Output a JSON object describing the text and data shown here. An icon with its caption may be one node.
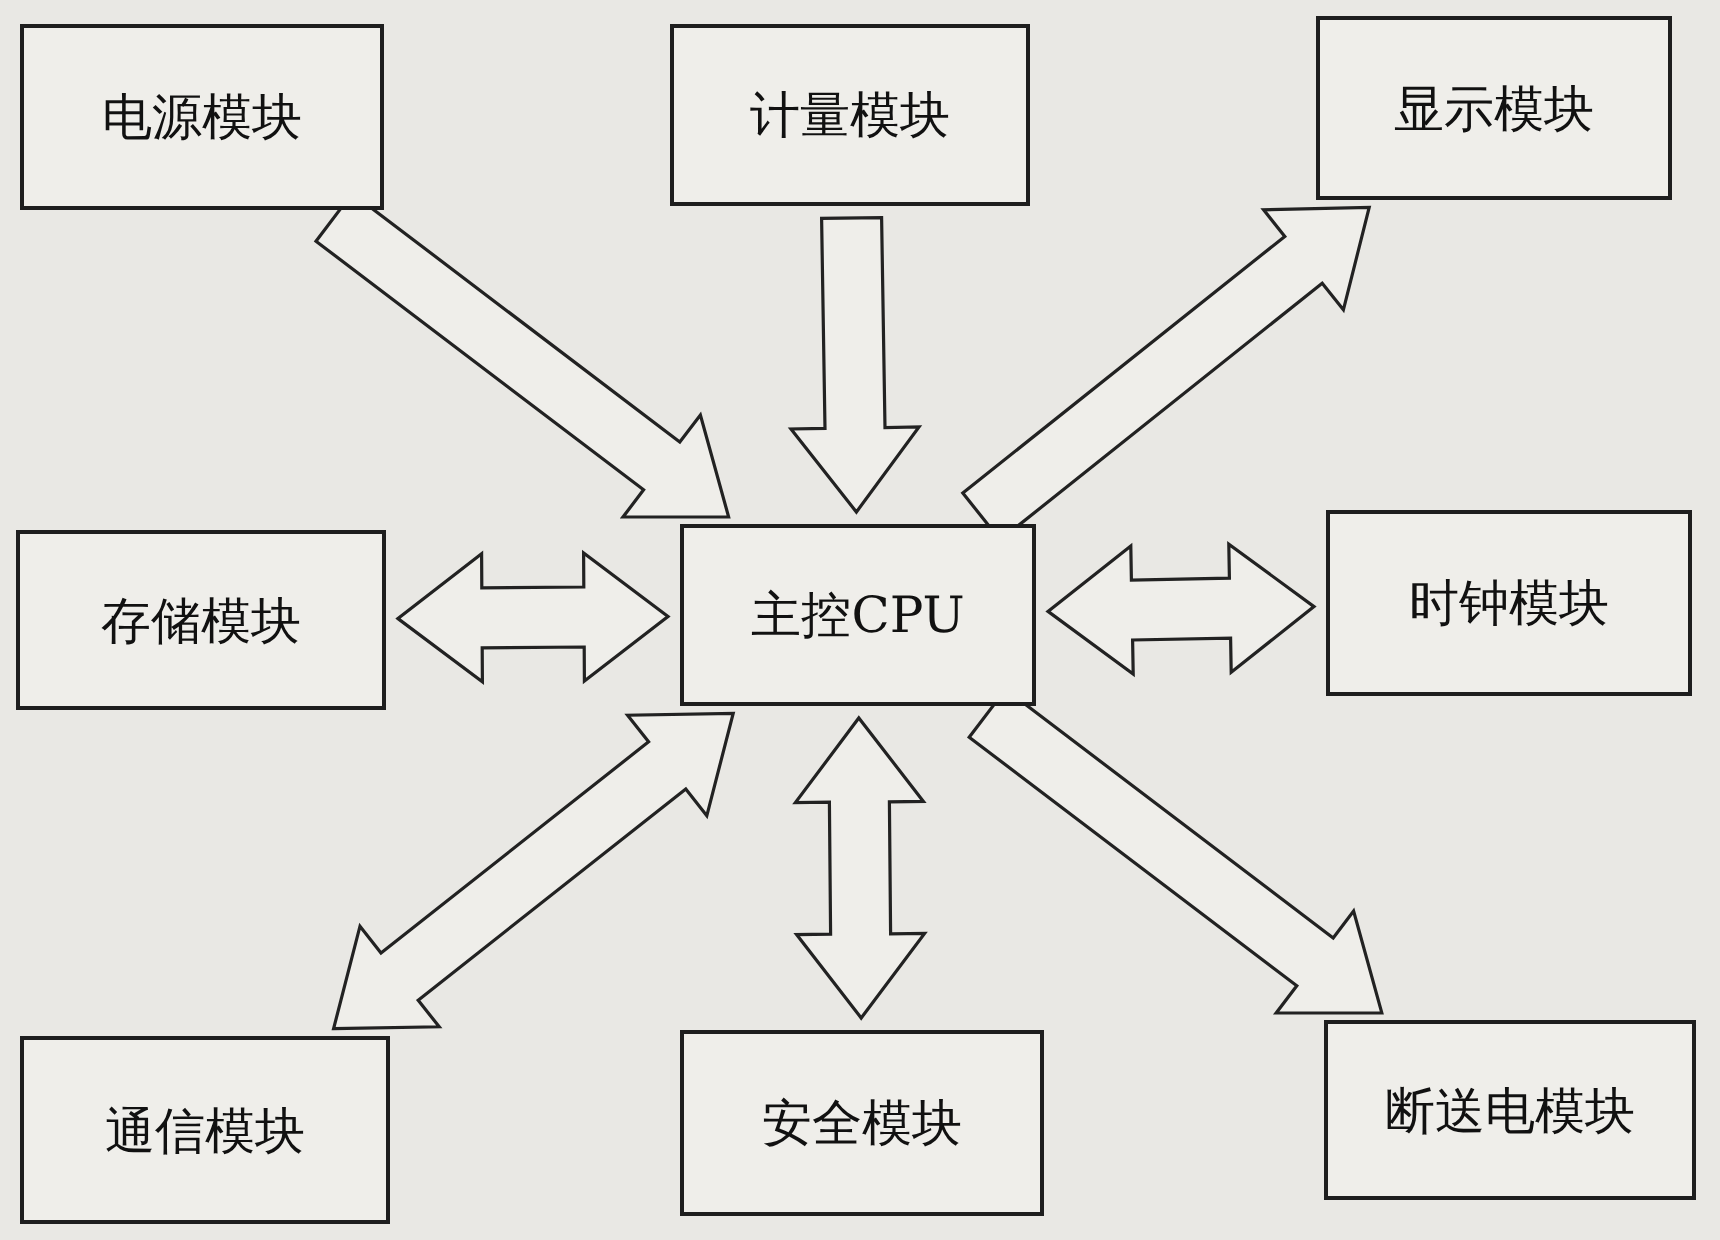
{
  "diagram": {
    "nodes": [
      {
        "text": [
          "电源模块"
        ]
      },
      {
        "text": [
          "计量模块"
        ]
      },
      {
        "text": [
          "显示模块"
        ]
      },
      {
        "text": [
          "存储模块"
        ]
      },
      {
        "text": [
          "主控CPU"
        ]
      },
      {
        "text": [
          "时钟模块"
        ]
      },
      {
        "text": [
          "通信模块"
        ]
      },
      {
        "text": [
          "安全模块"
        ]
      },
      {
        "text": [
          "断送电模块"
        ]
      }
    ],
    "edges": [
      {
        "from": 0,
        "to": 4,
        "arrow": "to"
      },
      {
        "from": 1,
        "to": 4,
        "arrow": "to"
      },
      {
        "from": 4,
        "to": 2,
        "arrow": "to"
      },
      {
        "from": 3,
        "to": 4,
        "arrow": "both"
      },
      {
        "from": 4,
        "to": 5,
        "arrow": "both"
      },
      {
        "from": 6,
        "to": 4,
        "arrow": "both"
      },
      {
        "from": 7,
        "to": 4,
        "arrow": "both"
      },
      {
        "from": 4,
        "to": 8,
        "arrow": "to"
      }
    ]
  }
}
